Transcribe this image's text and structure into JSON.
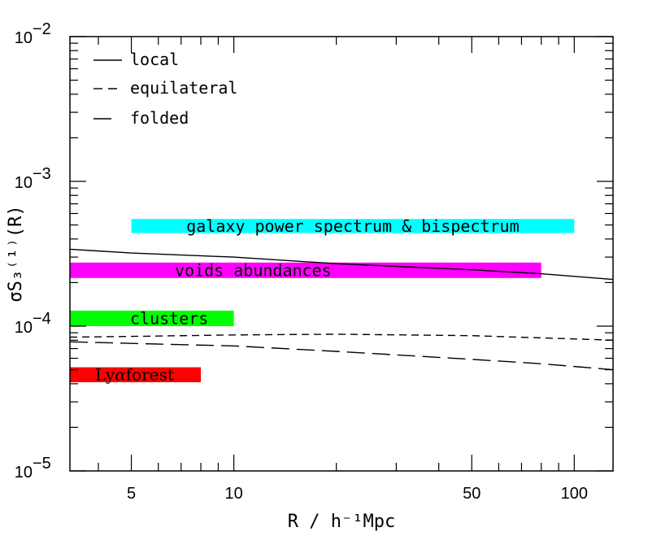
{
  "chart_data": {
    "type": "line",
    "xlabel": "R / h⁻¹Mpc",
    "ylabel": "σS₃⁽¹⁾(R)",
    "x_scale": "log",
    "y_scale": "log",
    "xlim": [
      3.3,
      130
    ],
    "ylim": [
      1e-05,
      0.01
    ],
    "x_ticks": [
      {
        "value": 5,
        "label": "5"
      },
      {
        "value": 10,
        "label": "10"
      },
      {
        "value": 50,
        "label": "50"
      },
      {
        "value": 100,
        "label": "100"
      }
    ],
    "y_ticks": [
      {
        "value": 1e-05,
        "base": "10",
        "exp": "−5"
      },
      {
        "value": 0.0001,
        "base": "10",
        "exp": "−4"
      },
      {
        "value": 0.001,
        "base": "10",
        "exp": "−3"
      },
      {
        "value": 0.01,
        "base": "10",
        "exp": "−2"
      }
    ],
    "legend_position": "top-left",
    "series": [
      {
        "name": "local",
        "dash": "solid",
        "x": [
          3.3,
          5,
          10,
          20,
          50,
          80,
          130
        ],
        "y": [
          0.00034,
          0.00032,
          0.0003,
          0.00027,
          0.000245,
          0.00023,
          0.00021
        ]
      },
      {
        "name": "equilateral",
        "dash": "dashed",
        "x": [
          3.3,
          5,
          10,
          20,
          50,
          80,
          130
        ],
        "y": [
          8.4e-05,
          8.5e-05,
          8.7e-05,
          8.8e-05,
          8.6e-05,
          8.3e-05,
          8e-05
        ]
      },
      {
        "name": "folded",
        "dash": "long-dashed",
        "x": [
          3.3,
          5,
          10,
          20,
          50,
          80,
          130
        ],
        "y": [
          7.8e-05,
          7.6e-05,
          7.3e-05,
          6.7e-05,
          5.9e-05,
          5.5e-05,
          5e-05
        ]
      }
    ],
    "bands": [
      {
        "label": "galaxy power spectrum & bispectrum",
        "x0": 5,
        "x1": 100,
        "y0": 0.00044,
        "y1": 0.00055,
        "color": "#00ffff"
      },
      {
        "label": "voids abundances",
        "x0": 3.3,
        "x1": 80,
        "y0": 0.000215,
        "y1": 0.000275,
        "color": "#ff00ff"
      },
      {
        "label": "clusters",
        "x0": 3.3,
        "x1": 10,
        "y0": 0.0001,
        "y1": 0.000128,
        "color": "#00ff00"
      },
      {
        "label_prefix": "Ly",
        "label_greek": "α",
        "label_suffix": "forest",
        "x0": 3.3,
        "x1": 8,
        "y0": 4.1e-05,
        "y1": 5.2e-05,
        "color": "#ff0000"
      }
    ]
  }
}
